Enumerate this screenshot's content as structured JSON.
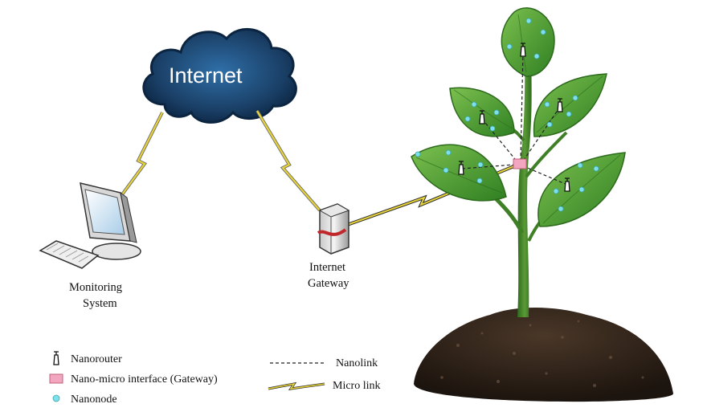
{
  "cloud": {
    "label": "Internet"
  },
  "monitoring": {
    "label_line1": "Monitoring",
    "label_line2": "System"
  },
  "gateway": {
    "label_line1": "Internet",
    "label_line2": "Gateway"
  },
  "legend": {
    "nanorouter": "Nanorouter",
    "interface": "Nano-micro interface (Gateway)",
    "nanonode": "Nanonode",
    "nanolink": "Nanolink",
    "microlink": "Micro link"
  },
  "colors": {
    "cloud_dark": "#0b2440",
    "cloud_light": "#2f6fa8",
    "lightning": "#e6d23a",
    "interface": "#f3a6c0",
    "nanonode": "#7fe0ea",
    "leaf": "#3f9a2e",
    "leaf_light": "#7cc04f",
    "soil": "#2a1f17"
  }
}
